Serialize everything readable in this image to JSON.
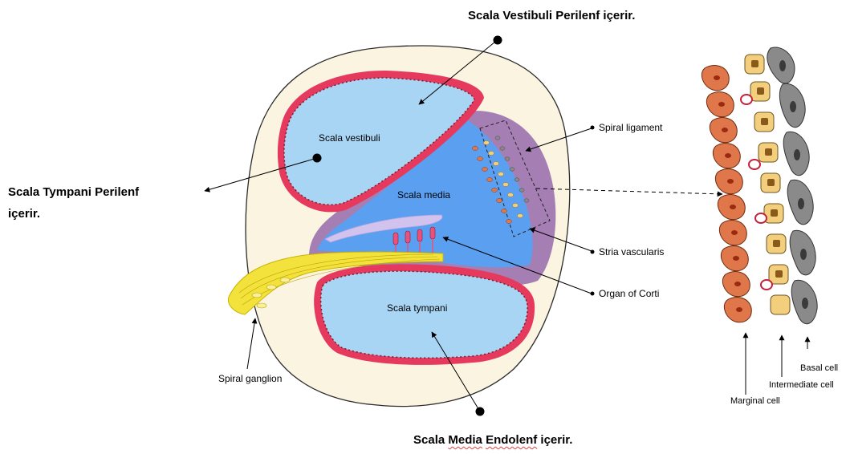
{
  "annotations": {
    "vestibuli": "Scala Vestibuli Perilenf içerir.",
    "tympani_line1": "Scala Tympani Perilenf",
    "tympani_line2": "içerir.",
    "media_prefix": "Scala",
    "media_word1": "Media",
    "media_word2": "Endolenf",
    "media_suffix": "içerir."
  },
  "diagram_labels": {
    "scala_vestibuli": "Scala vestibuli",
    "scala_media": "Scala media",
    "scala_tympani": "Scala tympani",
    "spiral_ligament": "Spiral ligament",
    "stria_vascularis": "Stria vascularis",
    "organ_of_corti": "Organ of Corti",
    "spiral_ganglion": "Spiral ganglion",
    "basal_cell": "Basal cell",
    "intermediate_cell": "Intermediate cell",
    "marginal_cell": "Marginal cell"
  },
  "colors": {
    "bone": "#fbf4e1",
    "bone_outline": "#2b2b2b",
    "perilymph": "#a9d5f5",
    "membrane": "#e5395d",
    "membrane_dark": "#7a1d2e",
    "scala_media": "#5b9ff0",
    "ligament": "#a57fb4",
    "tectorial": "#d2c2ee",
    "hair_cell": "#e8527a",
    "nerve": "#f4e23c",
    "marginal_cell": "#e0774a",
    "intermediate_cell": "#f3cf7d",
    "basal_cell": "#8a8a8a"
  }
}
